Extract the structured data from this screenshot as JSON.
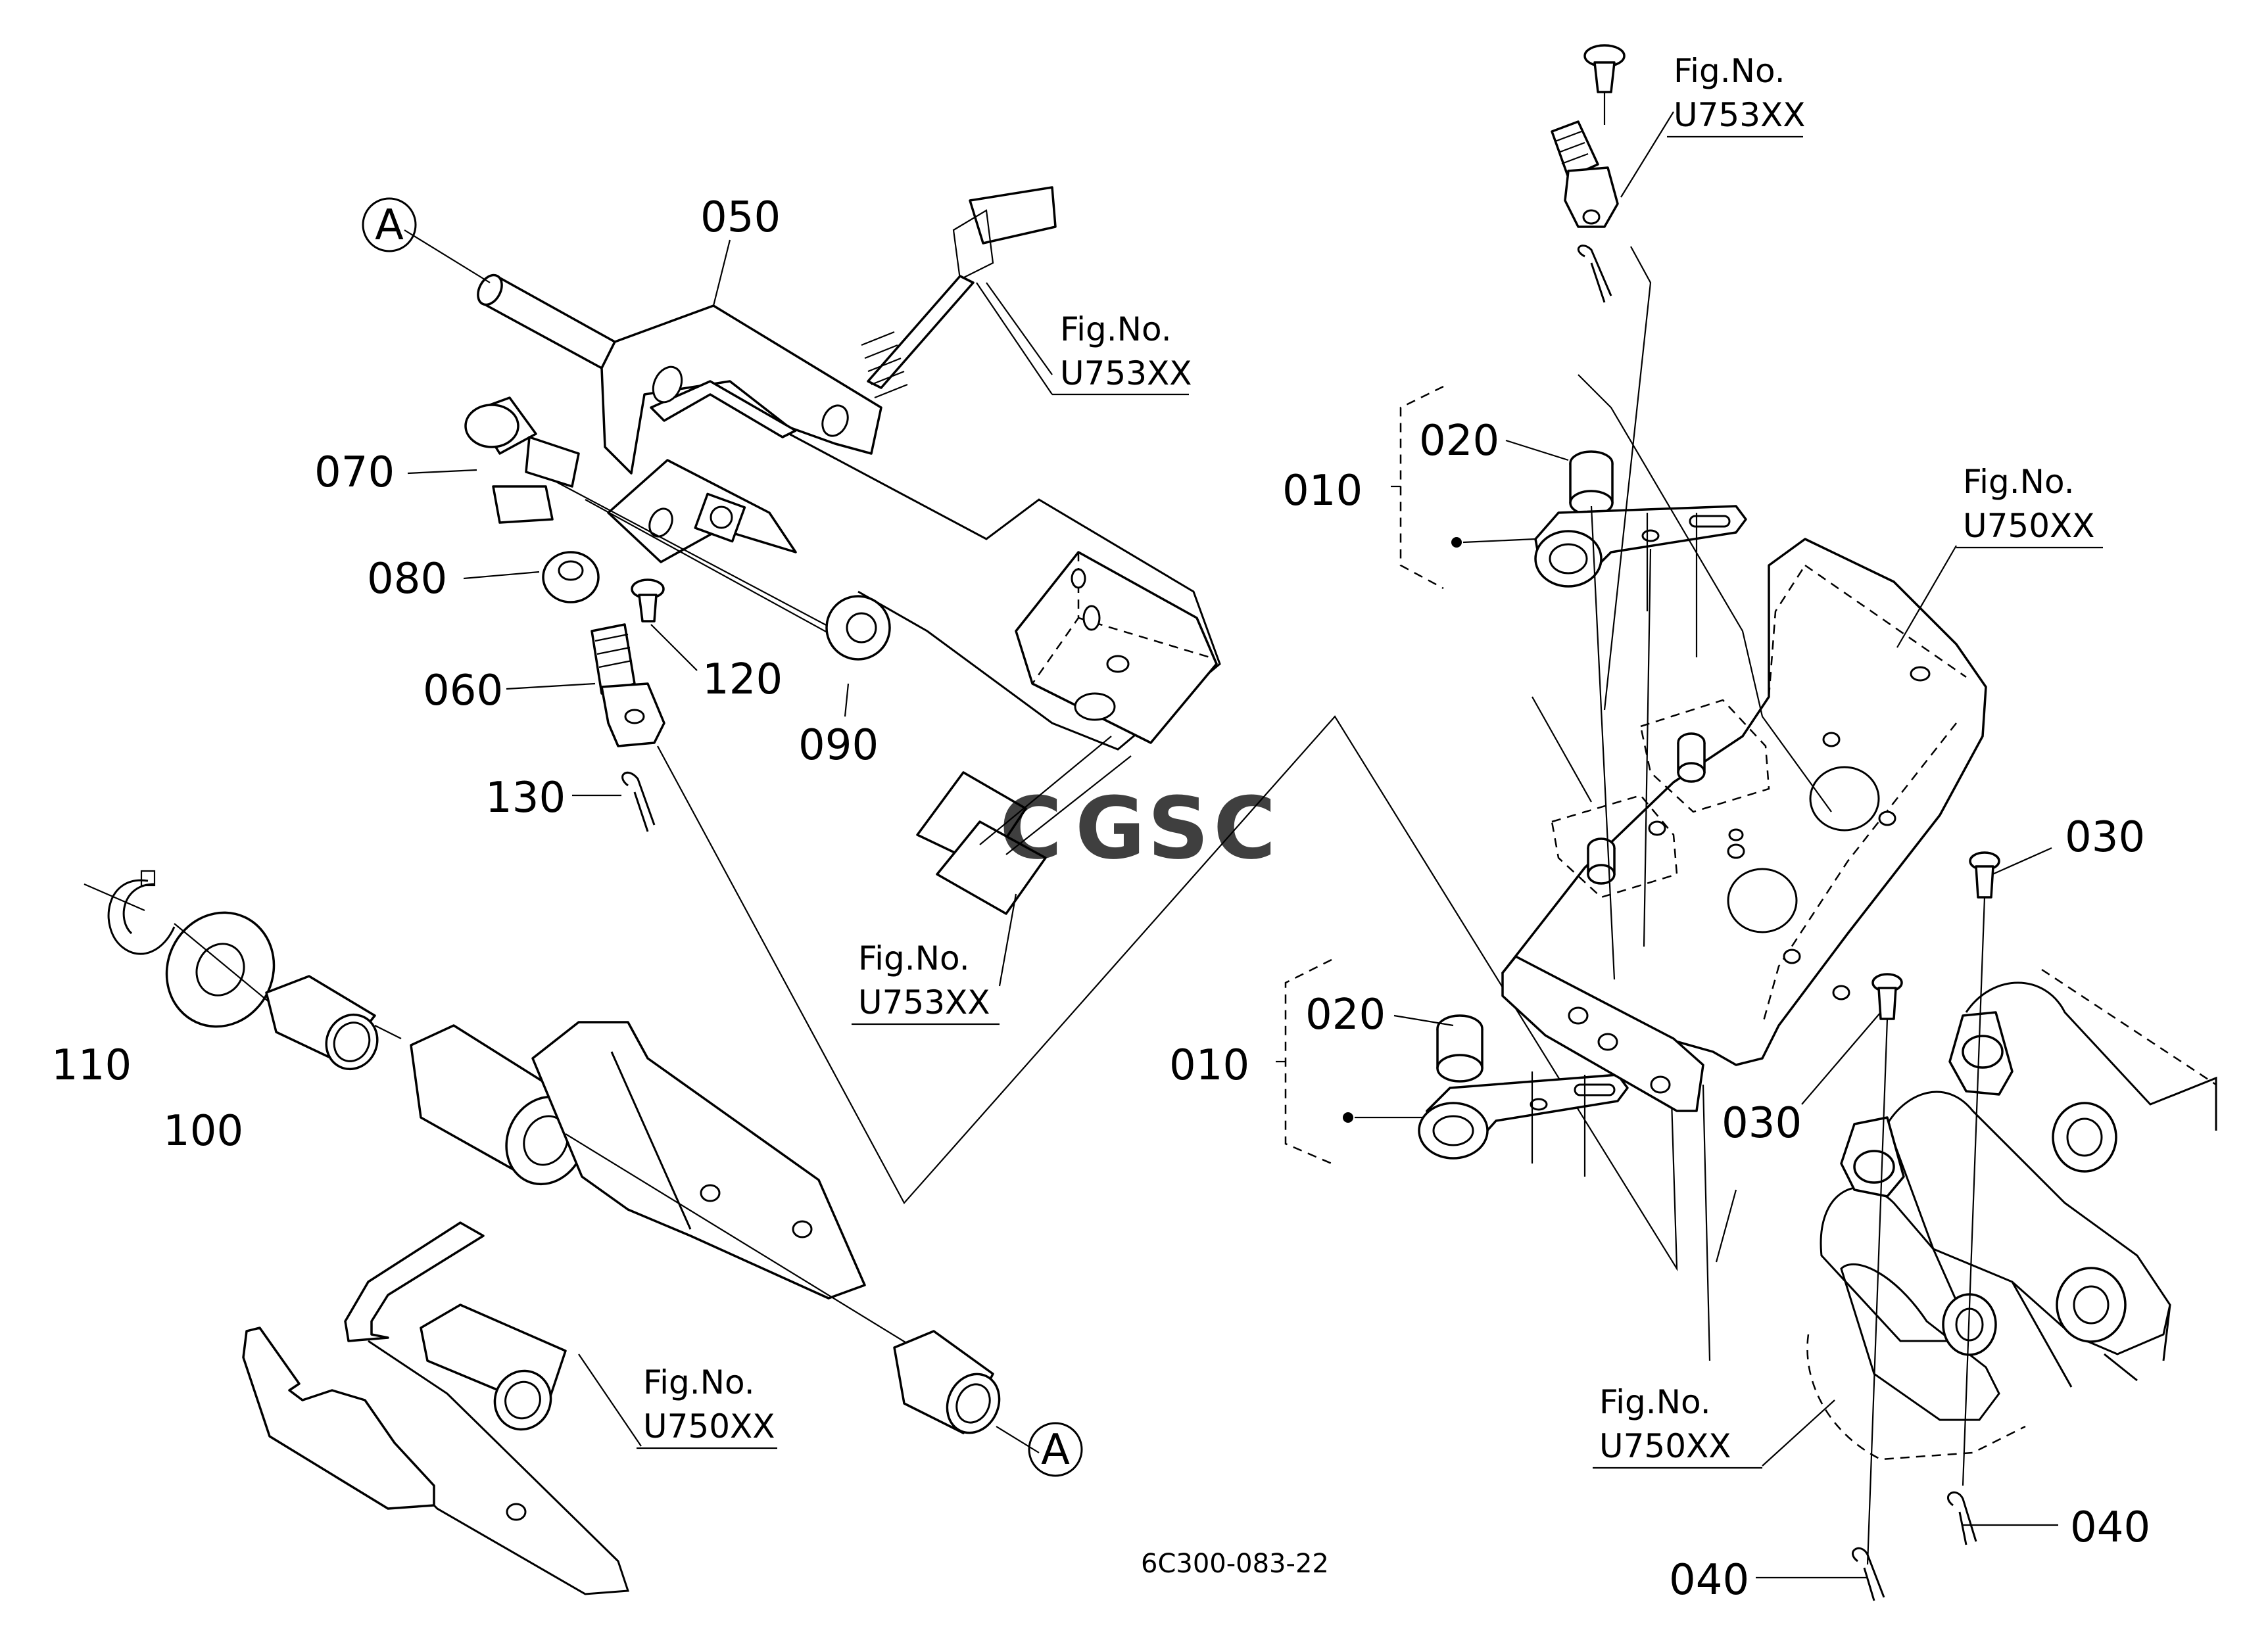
{
  "diagram": {
    "drawing_code": "6C300-083-22",
    "watermark": {
      "letters": [
        "C",
        "G",
        "S",
        "C"
      ],
      "colors": [
        "#4a8ef0",
        "#ef6d6d",
        "#f2cc4a",
        "#45b07a"
      ]
    },
    "callout_circle": "A",
    "part_numbers": {
      "p010a": "010",
      "p010b": "010",
      "p020a": "020",
      "p020b": "020",
      "p030a": "030",
      "p030b": "030",
      "p040a": "040",
      "p040b": "040",
      "p050": "050",
      "p060": "060",
      "p070": "070",
      "p080": "080",
      "p090": "090",
      "p100": "100",
      "p110": "110",
      "p120": "120",
      "p130": "130"
    },
    "fig_refs": {
      "r1": {
        "label": "Fig.No.",
        "number": "U753XX"
      },
      "r2": {
        "label": "Fig.No.",
        "number": "U753XX"
      },
      "r3": {
        "label": "Fig.No.",
        "number": "U753XX"
      },
      "r4": {
        "label": "Fig.No.",
        "number": "U750XX"
      },
      "r5": {
        "label": "Fig.No.",
        "number": "U750XX"
      },
      "r6": {
        "label": "Fig.No.",
        "number": "U750XX"
      }
    }
  }
}
